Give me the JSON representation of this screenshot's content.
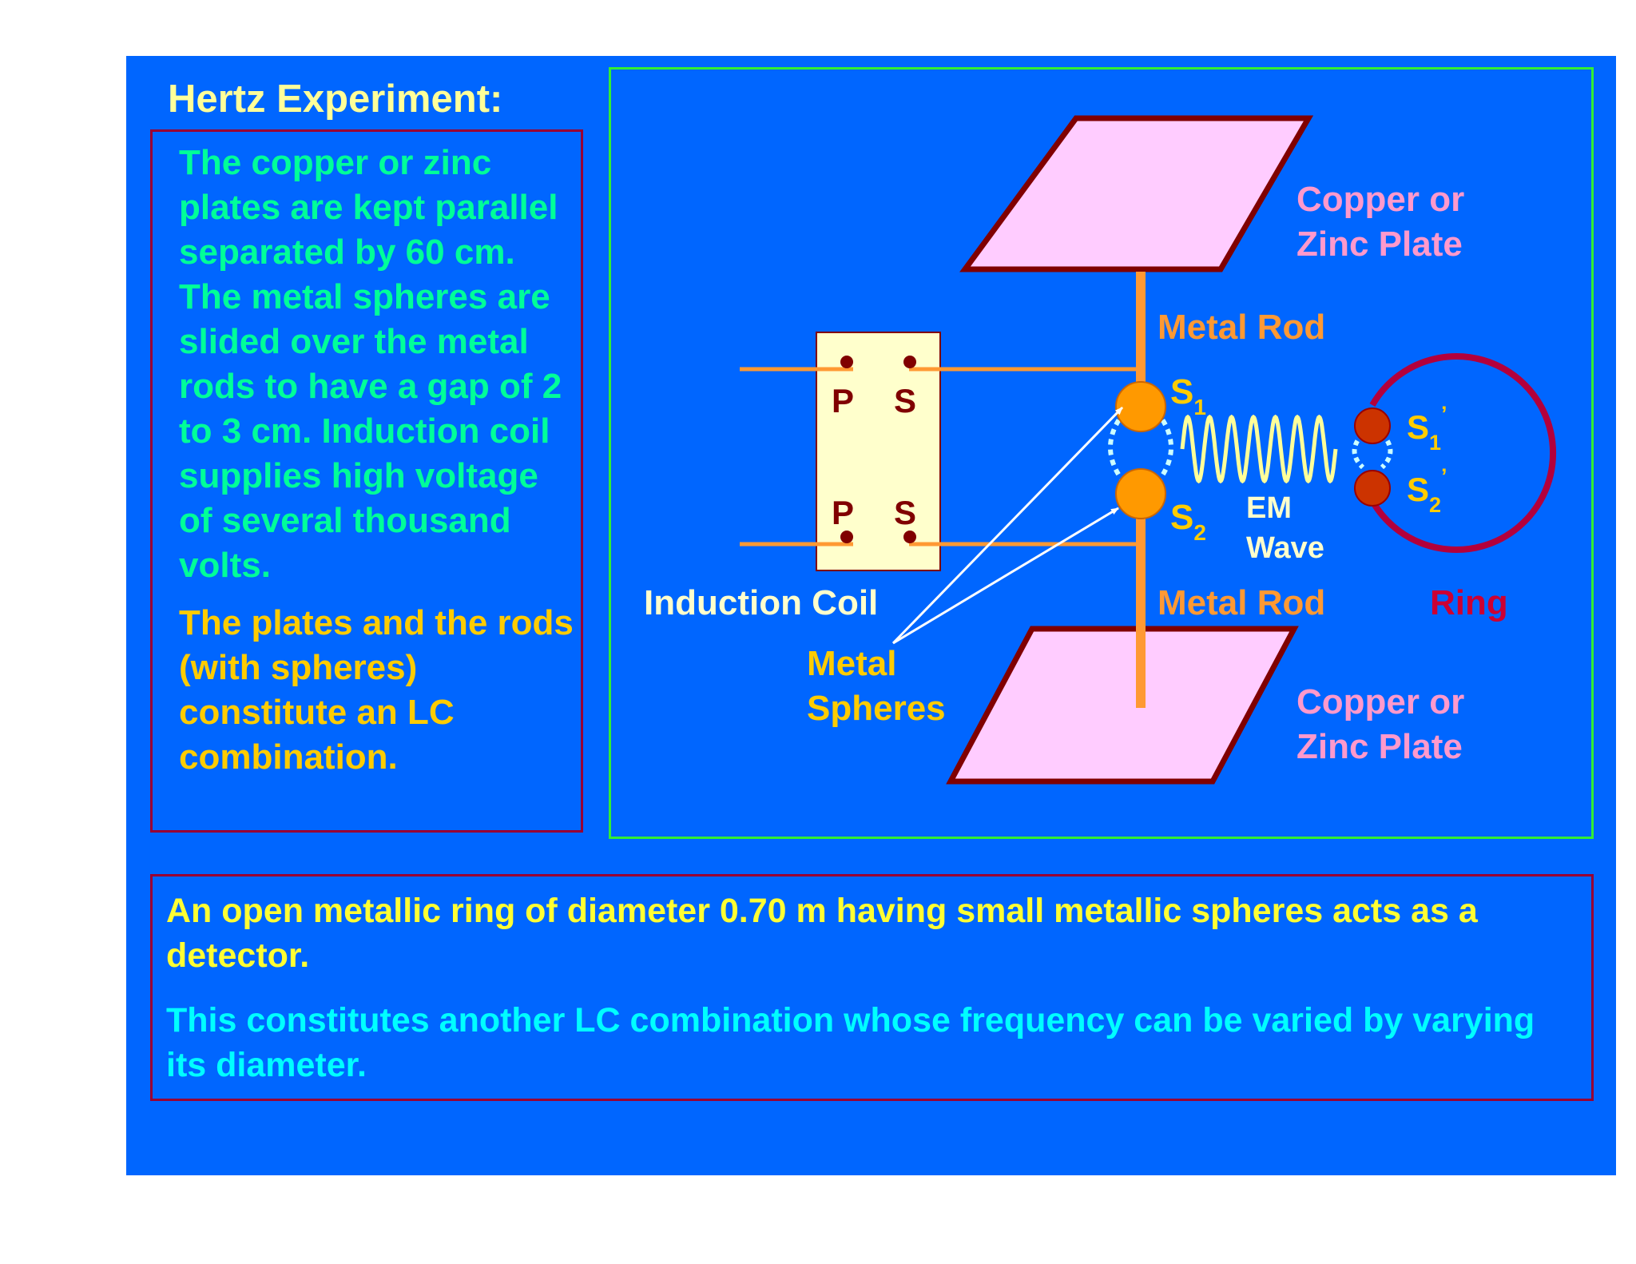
{
  "title": "Hertz Experiment:",
  "left_panel": {
    "paragraphs": [
      {
        "text": "The copper or zinc plates are kept parallel separated by 60 cm.  The metal spheres are slided over the metal rods to have a gap of 2 to 3 cm.  Induction coil supplies high voltage of several thousand volts.",
        "color": "#00ff99"
      },
      {
        "text": "The plates and the rods (with spheres) constitute an LC combination.",
        "color": "#ffcc00"
      }
    ]
  },
  "diagram": {
    "plate_top_label": [
      "Copper or",
      "Zinc Plate"
    ],
    "plate_bottom_label": [
      "Copper or",
      "Zinc Plate"
    ],
    "rod_top_label": "Metal Rod",
    "rod_bottom_label": "Metal Rod",
    "coil_label": "Induction Coil",
    "coil_terminals": {
      "primary": "P",
      "secondary": "S"
    },
    "spheres_label": [
      "Metal",
      "Spheres"
    ],
    "s1": {
      "base": "S",
      "sub": "1"
    },
    "s2": {
      "base": "S",
      "sub": "2"
    },
    "s1_prime": {
      "base": "S",
      "sub": "1",
      "sup": "’"
    },
    "s2_prime": {
      "base": "S",
      "sub": "2",
      "sup": "’"
    },
    "wave_label": [
      "EM",
      "Wave"
    ],
    "ring_label": "Ring",
    "colors": {
      "plate_fill": "#ffccff",
      "plate_edge": "#800000",
      "rod": "#ff9933",
      "sphere": "#ff9900",
      "small_sphere": "#cc3300",
      "ring": "#b3003c",
      "coil_fill": "#ffffcc",
      "wave": "#ffff99",
      "spark": "#ccffff",
      "label_orange": "#ff9933",
      "label_pink": "#ff99cc",
      "label_yellow": "#ffcc00",
      "label_white": "#ffffcc",
      "label_ring": "#cc0033",
      "label_coil": "#800000"
    }
  },
  "bottom_panel": {
    "paragraphs": [
      {
        "text": "An open metallic ring of diameter 0.70 m having small metallic spheres acts as a detector.",
        "color": "#ffff33"
      },
      {
        "text": "This constitutes another LC combination whose frequency can be varied by varying its diameter.",
        "color": "#00ffff"
      }
    ]
  },
  "slide_background": "#0066ff"
}
